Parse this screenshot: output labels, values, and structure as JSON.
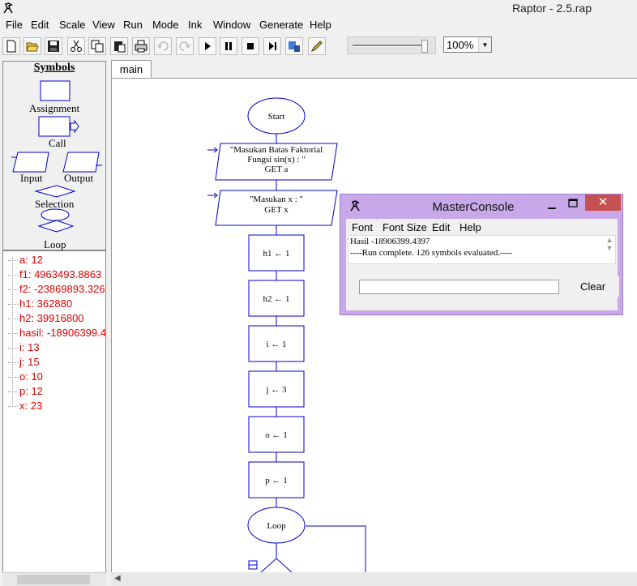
{
  "window": {
    "title": "Raptor - 2.5.rap"
  },
  "menu": [
    "File",
    "Edit",
    "Scale",
    "View",
    "Run",
    "Mode",
    "Ink",
    "Window",
    "Generate",
    "Help"
  ],
  "toolbar": {
    "buttons": [
      "new-icon",
      "open-icon",
      "save-icon",
      "cut-icon",
      "copy-icon",
      "paste-icon",
      "print-icon",
      "undo-icon",
      "redo-icon",
      "play-icon",
      "pause-icon",
      "stop-icon",
      "step-icon",
      "test-server-icon",
      "pen-icon"
    ],
    "zoom": "100%",
    "speed_level": 0.95
  },
  "symbols": {
    "title": "Symbols",
    "assignment": "Assignment",
    "call": "Call",
    "input": "Input",
    "output": "Output",
    "selection": "Selection",
    "loop": "Loop"
  },
  "variables": [
    "a: 12",
    "f1: 4963493.8863",
    "f2: -23869893.3260",
    "h1: 362880",
    "h2: 39916800",
    "hasil: -18906399.4",
    "i: 13",
    "j: 15",
    "o: 10",
    "p: 12",
    "x: 23"
  ],
  "tabs": [
    "main"
  ],
  "flowchart": {
    "start": "Start",
    "input1_line1": "\"Masukan Batas Faktorial",
    "input1_line2": "Fungsi sin(x) : \"",
    "input1_line3": "GET a",
    "input2_line1": "\"Masukan x : \"",
    "input2_line2": "GET x",
    "h1": "h1 ← 1",
    "h2": "h2 ← 1",
    "i": "i ← 1",
    "j": "j ← 3",
    "o": "o ← 1",
    "p": "p ← 1",
    "loop": "Loop"
  },
  "console": {
    "title": "MasterConsole",
    "menu": [
      "Font",
      "Font Size",
      "Edit",
      "Help"
    ],
    "output": [
      "Hasil -18906399.4397",
      "----Run complete.  126 symbols evaluated.----"
    ],
    "input_value": "",
    "clear_label": "Clear"
  }
}
